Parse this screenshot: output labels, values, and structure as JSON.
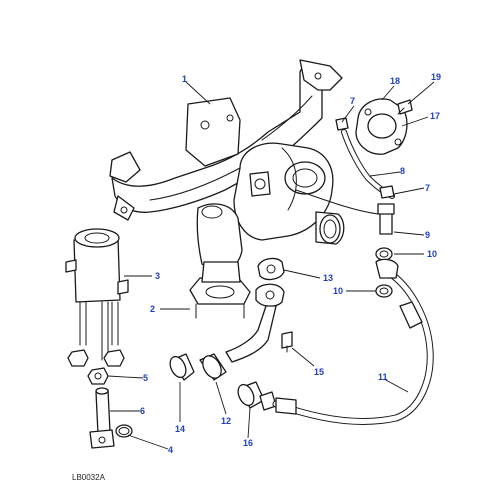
{
  "diagram": {
    "reference": "LB0032A",
    "callouts": [
      {
        "id": "c1",
        "label": "1"
      },
      {
        "id": "c2",
        "label": "2"
      },
      {
        "id": "c3",
        "label": "3"
      },
      {
        "id": "c4",
        "label": "4"
      },
      {
        "id": "c5",
        "label": "5"
      },
      {
        "id": "c6",
        "label": "6"
      },
      {
        "id": "c7a",
        "label": "7"
      },
      {
        "id": "c7b",
        "label": "7"
      },
      {
        "id": "c8",
        "label": "8"
      },
      {
        "id": "c9",
        "label": "9"
      },
      {
        "id": "c10a",
        "label": "10"
      },
      {
        "id": "c10b",
        "label": "10"
      },
      {
        "id": "c11",
        "label": "11"
      },
      {
        "id": "c12",
        "label": "12"
      },
      {
        "id": "c13",
        "label": "13"
      },
      {
        "id": "c14",
        "label": "14"
      },
      {
        "id": "c15",
        "label": "15"
      },
      {
        "id": "c16",
        "label": "16"
      },
      {
        "id": "c17",
        "label": "17"
      },
      {
        "id": "c18",
        "label": "18"
      },
      {
        "id": "c19",
        "label": "19"
      }
    ],
    "colors": {
      "callout": "#1f3fbf",
      "line": "#1a1a1a",
      "background": "#ffffff"
    }
  }
}
